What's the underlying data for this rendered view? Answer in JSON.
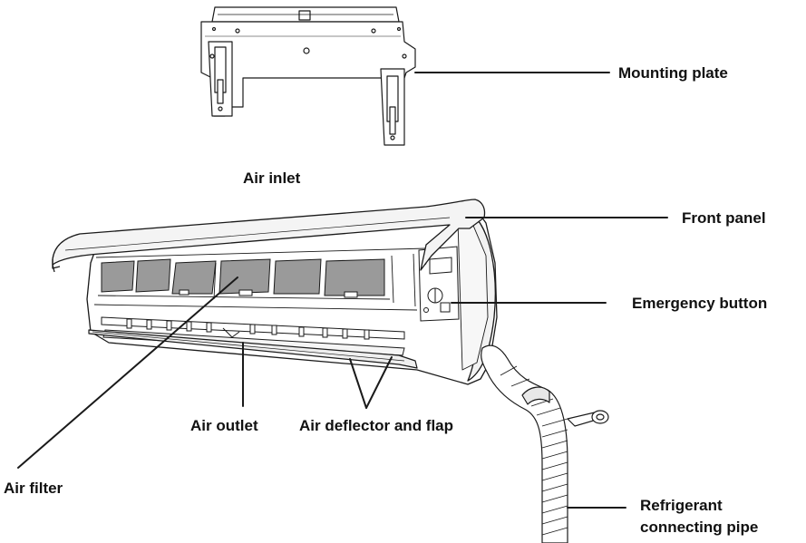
{
  "labels": {
    "mounting_plate": "Mounting plate",
    "air_inlet": "Air inlet",
    "front_panel": "Front panel",
    "emergency_button": "Emergency button",
    "air_outlet": "Air outlet",
    "air_deflector": "Air deflector and flap",
    "air_filter": "Air filter",
    "refrigerant_line1": "Refrigerant",
    "refrigerant_line2": "connecting pipe"
  },
  "colors": {
    "stroke": "#1a1a1a",
    "filter_fill": "#9a9a9a",
    "panel_fill": "#f4f4f4"
  }
}
